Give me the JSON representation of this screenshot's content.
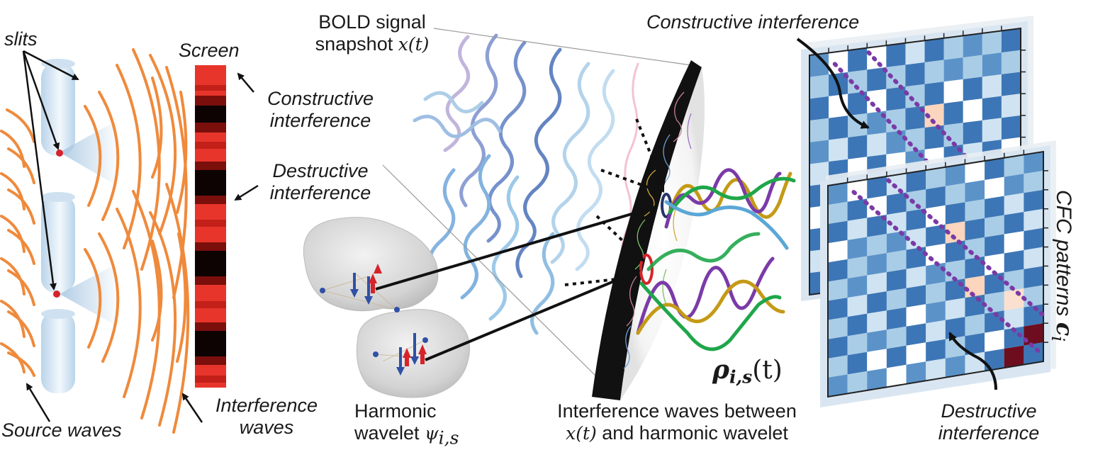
{
  "labels": {
    "slits": "slits",
    "screen": "Screen",
    "constructive_left_1": "Constructive",
    "constructive_left_2": "interference",
    "destructive_left_1": "Destructive",
    "destructive_left_2": "interference",
    "source_waves": "Source waves",
    "interference_waves_1": "Interference",
    "interference_waves_2": "waves",
    "bold_line1": "BOLD signal",
    "bold_line2": "snapshot ",
    "bold_symbol": "x(t)",
    "harmonic_line1": "Harmonic",
    "harmonic_line2": "wavelet ",
    "harmonic_symbol": "ψ",
    "harmonic_sub": "i,s",
    "rho_symbol": "ρ",
    "rho_sub": "i,s",
    "rho_arg": "(t)",
    "interference_between_1": "Interference waves between",
    "interference_between_symbol": "x(t)",
    "interference_between_2": " and harmonic wavelet",
    "constructive_top": "Constructive interference",
    "destructive_right_1": "Destructive",
    "destructive_right_2": "interference",
    "cfc_text": "CFC patterns ",
    "cfc_symbol": "c",
    "cfc_sub": "i"
  },
  "colors": {
    "wave_orange": "#ef8a3c",
    "screen_red": "#e8352b",
    "matrix_dark_blue": "#3d76b6",
    "matrix_light_blue": "#a9cde6",
    "diag_dotted": "#7a3aa6",
    "wave_purple": "#7b3aa8",
    "wave_gold": "#c49a17",
    "wave_green": "#1fa64a",
    "wave_lightblue": "#5aa7d6"
  },
  "icons": {
    "brain": "brain-icon",
    "slit_barrier": "slit-barrier-icon"
  }
}
